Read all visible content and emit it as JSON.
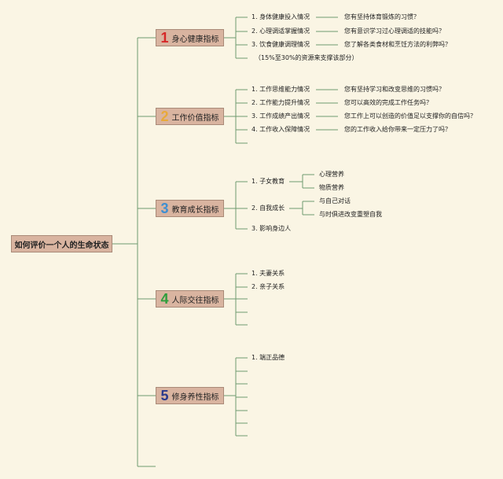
{
  "root": "如何评价一个人的生命状态",
  "colors": {
    "line": "#6f9a6f",
    "node_bg": "#d9b4a0",
    "background": "#faf5e4"
  },
  "categories": [
    {
      "num": "1",
      "label": "身心健康指标",
      "num_color": "#d62828",
      "items": [
        {
          "text": "1. 身体健康投入情况",
          "note": "您有坚持体育锻炼的习惯？"
        },
        {
          "text": "2. 心理调适掌握情况",
          "note": "您有意识学习过心理调适的技能吗？"
        },
        {
          "text": "3. 饮食健康调理情况",
          "note": "您了解各类食材和烹饪方法的利弊吗？"
        },
        {
          "text": "（15%至30%的资源来支撑该部分）"
        }
      ]
    },
    {
      "num": "2",
      "label": "工作价值指标",
      "num_color": "#e8a93a",
      "items": [
        {
          "text": "1. 工作思维能力情况",
          "note": "您有坚持学习和改变思维的习惯吗？"
        },
        {
          "text": "2. 工作能力提升情况",
          "note": "您可以高效的完成工作任务吗？"
        },
        {
          "text": "3. 工作成绩产出情况",
          "note": "您工作上可以创造的价值足以支撑你的自信吗？"
        },
        {
          "text": "4. 工作收入保障情况",
          "note": "您的工作收入给你带来一定压力了吗？"
        },
        {
          "text": ""
        }
      ]
    },
    {
      "num": "3",
      "label": "教育成长指标",
      "num_color": "#3f8fd1",
      "items": [
        {
          "text": "1. 子女教育",
          "subs": [
            "心理营养",
            "物质营养"
          ]
        },
        {
          "text": "2. 自我成长",
          "subs": [
            "与自己对话",
            "与时俱进改变重塑自我"
          ]
        },
        {
          "text": "3. 影响身边人"
        }
      ]
    },
    {
      "num": "4",
      "label": "人际交往指标",
      "num_color": "#2e9e3c",
      "items": [
        {
          "text": "1. 夫妻关系"
        },
        {
          "text": "2. 亲子关系"
        },
        {
          "text": ""
        },
        {
          "text": ""
        },
        {
          "text": ""
        }
      ]
    },
    {
      "num": "5",
      "label": "修身养性指标",
      "num_color": "#2b3a8c",
      "items": [
        {
          "text": "1. 端正品德"
        },
        {
          "text": ""
        },
        {
          "text": ""
        },
        {
          "text": ""
        },
        {
          "text": ""
        },
        {
          "text": ""
        },
        {
          "text": ""
        }
      ]
    }
  ]
}
